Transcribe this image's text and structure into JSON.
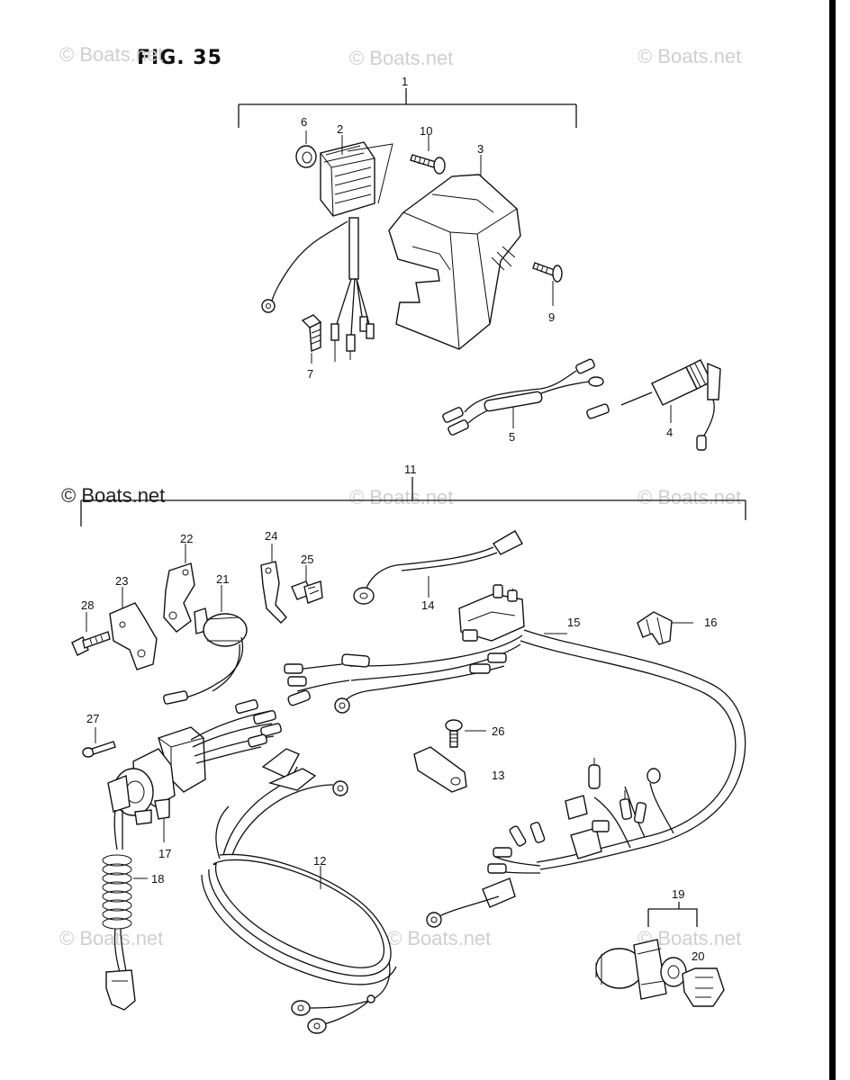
{
  "figure": {
    "title": "FIG. 35"
  },
  "watermarks": [
    "© Boats.net",
    "© Boats.net",
    "© Boats.net",
    "© Boats.net",
    "© Boats.net",
    "© Boats.net",
    "© Boats.net",
    "© Boats.net"
  ],
  "watermark_main": "© Boats.net",
  "callouts": [
    "1",
    "2",
    "3",
    "4",
    "5",
    "6",
    "7",
    "9",
    "10",
    "11",
    "12",
    "13",
    "14",
    "15",
    "16",
    "17",
    "18",
    "19",
    "20",
    "21",
    "22",
    "23",
    "24",
    "25",
    "26",
    "27",
    "28"
  ]
}
